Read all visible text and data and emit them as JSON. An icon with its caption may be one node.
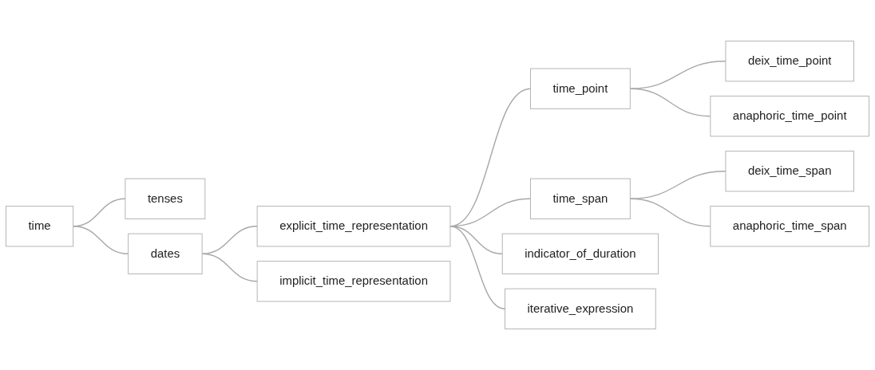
{
  "diagram": {
    "nodes": [
      {
        "text": [
          "time"
        ]
      },
      {
        "text": [
          "tenses"
        ]
      },
      {
        "text": [
          "dates"
        ]
      },
      {
        "text": [
          "explicit_time_representation"
        ]
      },
      {
        "text": [
          "implicit_time_representation"
        ]
      },
      {
        "text": [
          "time_point"
        ]
      },
      {
        "text": [
          "time_span"
        ]
      },
      {
        "text": [
          "indicator_of_duration"
        ]
      },
      {
        "text": [
          "iterative_expression"
        ]
      },
      {
        "text": [
          "deix_time_point"
        ]
      },
      {
        "text": [
          "anaphoric_time_point"
        ]
      },
      {
        "text": [
          "deix_time_span"
        ]
      },
      {
        "text": [
          "anaphoric_time_span"
        ]
      }
    ],
    "edges": [
      {
        "from": 0,
        "to": 1,
        "arrow": "none"
      },
      {
        "from": 0,
        "to": 2,
        "arrow": "none"
      },
      {
        "from": 2,
        "to": 3,
        "arrow": "none"
      },
      {
        "from": 2,
        "to": 4,
        "arrow": "none"
      },
      {
        "from": 3,
        "to": 5,
        "arrow": "none"
      },
      {
        "from": 3,
        "to": 6,
        "arrow": "none"
      },
      {
        "from": 3,
        "to": 7,
        "arrow": "none"
      },
      {
        "from": 3,
        "to": 8,
        "arrow": "none"
      },
      {
        "from": 5,
        "to": 9,
        "arrow": "none"
      },
      {
        "from": 5,
        "to": 10,
        "arrow": "none"
      },
      {
        "from": 6,
        "to": 11,
        "arrow": "none"
      },
      {
        "from": 6,
        "to": 12,
        "arrow": "none"
      }
    ]
  }
}
